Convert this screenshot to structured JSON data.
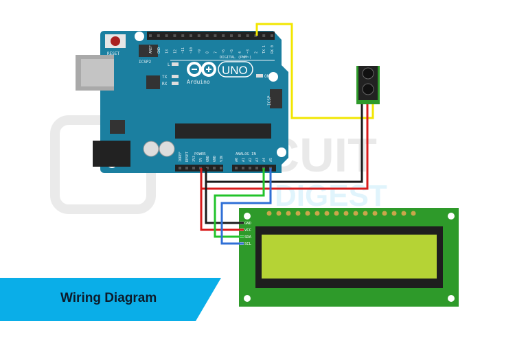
{
  "caption": "Wiring Diagram",
  "watermark": {
    "line1": "CIRCUIT",
    "line2": "DIGEST"
  },
  "arduino": {
    "reset_label": "RESET",
    "icsp2_label": "ICSP2",
    "icsp_label": "ICSP",
    "led_l": "L",
    "led_tx": "TX",
    "led_rx": "RX",
    "led_on": "ON",
    "brand": "Arduino",
    "model": "UNO",
    "digital_label": "DIGITAL (PWM~)",
    "power_label": "POWER",
    "analog_label": "ANALOG IN",
    "digital_pins": [
      "AREF",
      "GND",
      "13",
      "12",
      "~11",
      "~10",
      "~9",
      "8",
      "7",
      "~6",
      "~5",
      "4",
      "~3",
      "2",
      "TX 1",
      "RX 0"
    ],
    "power_pins": [
      "IOREF",
      "RESET",
      "3V3",
      "5V",
      "GND",
      "GND",
      "VIN"
    ],
    "analog_pins": [
      "A0",
      "A1",
      "A2",
      "A3",
      "A4",
      "A5"
    ]
  },
  "lcd": {
    "pins": [
      "GND",
      "VCC",
      "SDA",
      "SCL"
    ]
  },
  "colors": {
    "board": "#1b7fa0",
    "banner": "#0aaee8",
    "lcd_pcb": "#2e9a2a",
    "lcd_screen": "#b5d335",
    "wire_red": "#d81b1b",
    "wire_black": "#1a1a1a",
    "wire_green": "#22c32a",
    "wire_blue": "#2f6fd6",
    "wire_yellow": "#f2e600"
  }
}
